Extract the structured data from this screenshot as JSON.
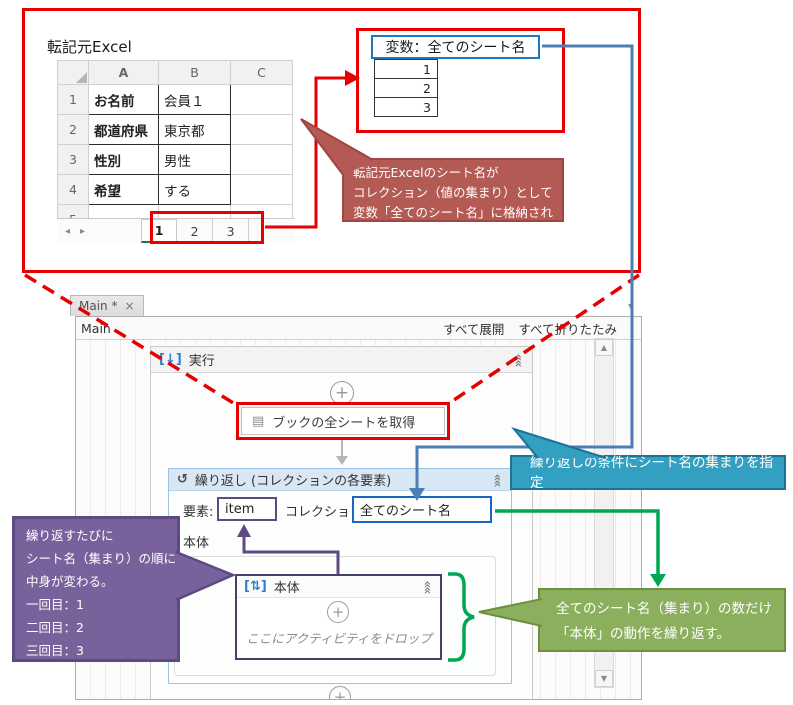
{
  "excel": {
    "label": "転記元Excel",
    "columns": [
      "A",
      "B",
      "C"
    ],
    "rows": [
      {
        "n": "1",
        "a": "お名前",
        "b": "会員１"
      },
      {
        "n": "2",
        "a": "都道府県",
        "b": "東京都"
      },
      {
        "n": "3",
        "a": "性別",
        "b": "男性"
      },
      {
        "n": "4",
        "a": "希望",
        "b": "する"
      },
      {
        "n": "5",
        "a": "",
        "b": ""
      }
    ],
    "sheet_tabs": [
      "1",
      "2",
      "3"
    ]
  },
  "variable": {
    "title": "変数：全てのシート名",
    "values": [
      "1",
      "2",
      "3"
    ]
  },
  "callouts": {
    "red": {
      "lines": [
        "転記元Excelのシート名が",
        "コレクション（値の集まり）として",
        "変数「全てのシート名」に格納される。"
      ]
    },
    "teal": {
      "text": "繰り返しの条件にシート名の集まりを指定"
    },
    "green": {
      "lines": [
        "全てのシート名（集まり）の数だけ",
        "「本体」の動作を繰り返す。"
      ]
    },
    "purple": {
      "lines": [
        "繰り返すたびに",
        "シート名（集まり）の順に",
        "中身が変わる。",
        "一回目：1",
        "二回目：2",
        "三回目：3"
      ]
    }
  },
  "designer": {
    "tab_title": "Main *",
    "breadcrumb": "Main",
    "expand_all": "すべて展開",
    "collapse_all": "すべて折りたたみ",
    "sequence_title": "実行",
    "activity_title": "ブックの全シートを取得",
    "foreach": {
      "title": "繰り返し (コレクションの各要素)",
      "element_label": "要素:",
      "element_value": "item",
      "collection_label": "コレクション:",
      "collection_value": "全てのシート名",
      "body_label": "本体"
    },
    "body_box": {
      "title": "本体",
      "drop_hint": "ここにアクティビティをドロップ"
    }
  },
  "icons": {
    "tab_close": "×",
    "tab_menu": "▾",
    "collapse": "««",
    "plus": "+",
    "scroll_up": "▲",
    "scroll_down": "▼",
    "sheet_prev": "◂",
    "sheet_next": "▸",
    "sequence": "[↓]",
    "updown": "[⇅]",
    "loop": "↺",
    "book": "▤"
  },
  "colors": {
    "highlight_red": "#e60000",
    "annotation_blue": "#4a7eb5",
    "annotation_green": "#00a651",
    "annotation_purple": "#5d4a82",
    "callout_red": "#b45a54",
    "callout_teal": "#33a0c2",
    "callout_green": "#8caf5e",
    "callout_purple": "#79629c",
    "excel_green": "#217346",
    "field_blue": "#1669c1"
  }
}
